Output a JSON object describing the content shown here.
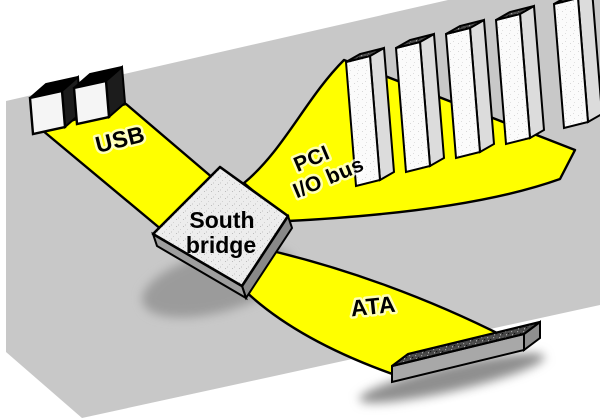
{
  "figure": {
    "labels": {
      "usb": "USB",
      "pci_line1": "PCI",
      "pci_line2": "I/O bus",
      "southbridge_line1": "South",
      "southbridge_line2": "bridge",
      "ata": "ATA"
    },
    "colors": {
      "background": "#ffffff",
      "board": "#c8c8c8",
      "bus": "#ffff00",
      "outline": "#000000",
      "chip_face": "#ececec",
      "slot_face": "#ffffff",
      "connector_top_speckle": "#4a4a4a",
      "usb_port_top": "#000000"
    }
  }
}
